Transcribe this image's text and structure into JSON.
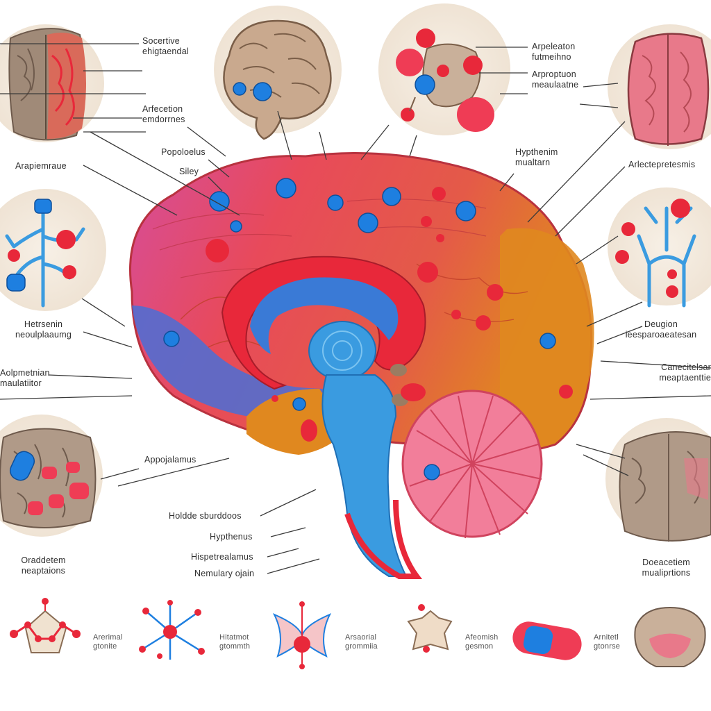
{
  "colors": {
    "background": "#ffffff",
    "inset_bg": "#f3ebe1",
    "cortex_red": "#e8485a",
    "cortex_pink": "#d94e8a",
    "cortex_blue": "#4a6fd6",
    "cortex_orange": "#e0881f",
    "brainstem_blue": "#3a9be0",
    "cerebellum_pink": "#f27e9a",
    "node_blue": "#1e7fe0",
    "node_red": "#e8283a",
    "leader_line": "#3a3a3a"
  },
  "labels": {
    "top_inset_a": [
      "Socertive",
      "ehigtaendal"
    ],
    "top_inset_b": [
      "Arfecetion",
      "emdorrnes"
    ],
    "top_right_a": [
      "Arpeleaton",
      "futmeihno"
    ],
    "top_right_b": [
      "Arproptuon",
      "meaulaatne"
    ],
    "papoleolus": "Popoloelus",
    "siley": "Siley",
    "left_top": "Arapiemraue",
    "hypthenim": [
      "Hypthenim",
      "mualtarn"
    ],
    "right_top": "Arlectepretesmis",
    "left_mid": [
      "Hetrsenin",
      "neoulplaaumg"
    ],
    "left_low": [
      "Aolpmetnian",
      "maulatiitor"
    ],
    "right_mid": [
      "Deugion",
      "ieesparoaeatesan"
    ],
    "right_low": [
      "Canecitelsar",
      "meaptaenttie"
    ],
    "appojalamus": "Appojalamus",
    "holdde": "Holdde sburddoos",
    "hypthenus": "Hypthenus",
    "hispetrealamus": "Hispetrealamus",
    "nemulary": "Nemulary ojain",
    "bottom_left": [
      "Oraddetem",
      "neaptaions"
    ],
    "bottom_right": [
      "Doeacetiem",
      "mualiprtions"
    ],
    "icon1": [
      "Arerimal",
      "gtonite"
    ],
    "icon2": [
      "Hitatmot",
      "gtommth"
    ],
    "icon3": [
      "Arsaorial",
      "grommiia"
    ],
    "icon4": [
      "Afeomish",
      "gesmon"
    ],
    "icon5": [
      "Arnitetl",
      "gtonrse"
    ]
  }
}
